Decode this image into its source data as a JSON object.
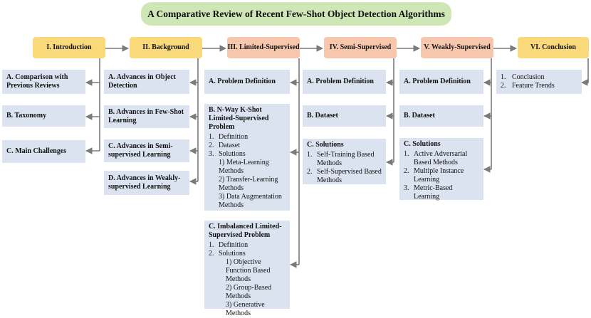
{
  "title": "A Comparative Review of Recent Few-Shot Object Detection Algorithms",
  "sections": [
    {
      "label": "I. Introduction"
    },
    {
      "label": "II. Background"
    },
    {
      "label": "III. Limited-Supervised"
    },
    {
      "label": "IV. Semi-Supervised"
    },
    {
      "label": "V. Weakly-Supervised"
    },
    {
      "label": "VI. Conclusion"
    }
  ],
  "intro": {
    "a": "A. Comparison with Previous Reviews",
    "b": "B. Taxonomy",
    "c": "C. Main Challenges"
  },
  "background": {
    "a": "A. Advances in Object Detection",
    "b": "B. Advances in Few-Shot Learning",
    "c": "C. Advances in Semi-supervised Learning",
    "d": "D. Advances in Weakly-supervised Learning"
  },
  "limited": {
    "a": "A. Problem Definition",
    "b_title": "B. N-Way K-Shot Limited-Supervised Problem",
    "b_items": [
      "Definition",
      "Dataset",
      "Solutions"
    ],
    "b_sub": [
      "1) Meta-Learning Methods",
      "2) Transfer-Learning Methods",
      "3) Data Augmentation Methods"
    ],
    "c_title": "C. Imbalanced Limited-Supervised Problem",
    "c_items": [
      "Definition",
      "Solutions"
    ],
    "c_sub": [
      "1) Objective Function Based Methods",
      "2) Group-Based Methods",
      "3) Generative Methods"
    ]
  },
  "semi": {
    "a": "A. Problem Definition",
    "b": "B. Dataset",
    "c_title": "C. Solutions",
    "c_items": [
      "Self-Training Based Methods",
      "Self-Supervised Based Methods"
    ]
  },
  "weakly": {
    "a": "A. Problem Definition",
    "b": "B. Dataset",
    "c_title": "C. Solutions",
    "c_items": [
      "Active Adversarial Based Methods",
      "Multiple Instance Learning",
      "Metric-Based Learning"
    ]
  },
  "conclusion": {
    "items": [
      "Conclusion",
      "Feature Trends"
    ]
  },
  "colors": {
    "title_bg": "#cfe7b6",
    "yellow": "#fad97a",
    "salmon": "#f6c6ad",
    "blue": "#dbe3f1",
    "line": "#7a7a7a"
  }
}
